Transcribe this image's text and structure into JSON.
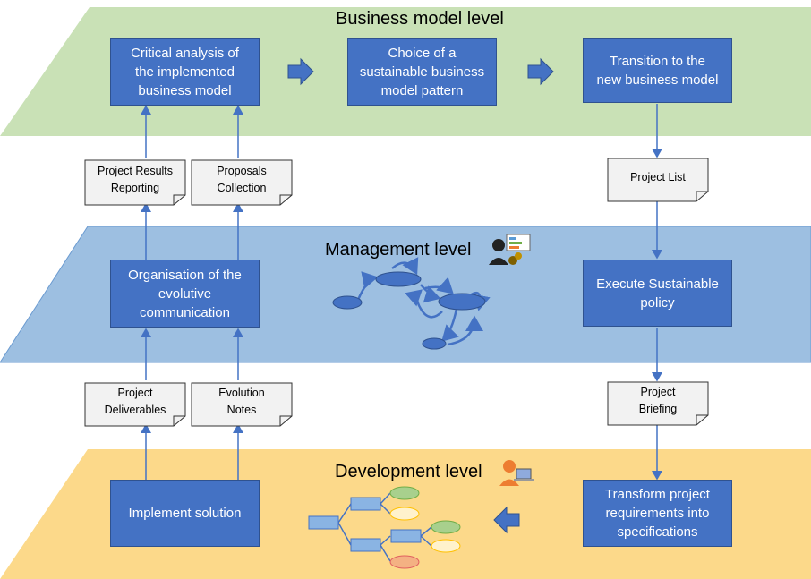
{
  "levels": {
    "business": "Business model level",
    "management": "Management level",
    "development": "Development level"
  },
  "boxes": {
    "critical_analysis": "Critical analysis of\nthe implemented\nbusiness model",
    "choice_pattern": "Choice of a\nsustainable business\nmodel pattern",
    "transition": "Transition to the\nnew business model",
    "organisation": "Organisation of the\nevolutive\ncommunication",
    "execute_policy": "Execute Sustainable\npolicy",
    "implement_solution": "Implement solution",
    "transform_requirements": "Transform project\nrequirements into\nspecifications"
  },
  "documents": {
    "results_reporting": "Project Results\nReporting",
    "proposals_collection": "Proposals\nCollection",
    "project_list": "Project List",
    "project_deliverables": "Project\nDeliverables",
    "evolution_notes": "Evolution\nNotes",
    "project_briefing": "Project\nBriefing"
  },
  "colors": {
    "business_plane": "#c9e1b6",
    "management_plane": "#9dbfe1",
    "development_plane": "#fcd98a",
    "box_fill": "#4472c4",
    "arrow": "#4472c4"
  },
  "icons": {
    "management": "manager-icon",
    "development": "developer-icon"
  }
}
